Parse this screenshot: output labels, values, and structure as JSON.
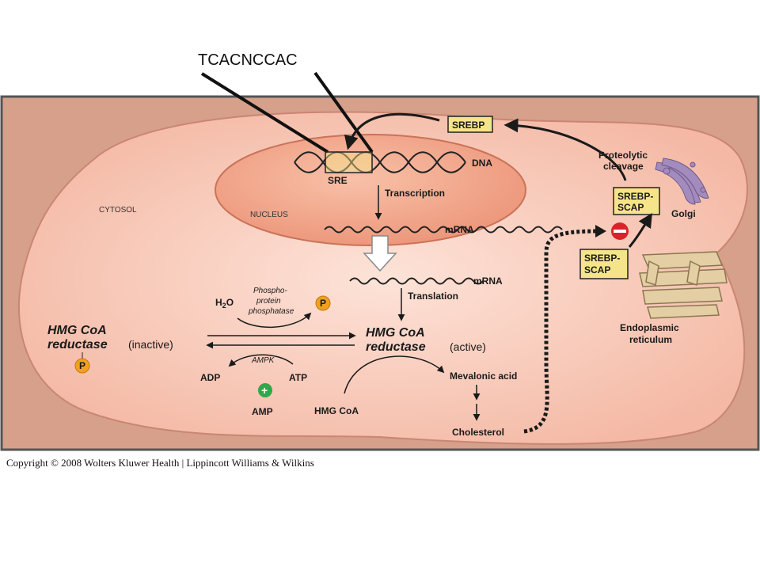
{
  "sequence_label": "TCACNCCAC",
  "compartments": {
    "cytosol": "CYTOSOL",
    "nucleus": "NUCLEUS"
  },
  "nucleus": {
    "dna": "DNA",
    "sre": "SRE",
    "transcription": "Transcription",
    "mrna": "mRNA"
  },
  "cytoplasm": {
    "mrna": "mRNA",
    "translation": "Translation"
  },
  "srebp": {
    "srebp": "SREBP",
    "proteolytic_line1": "Proteolytic",
    "proteolytic_line2": "cleavage",
    "golgi_complex_line1": "SREBP-",
    "golgi_complex_line2": "SCAP",
    "golgi": "Golgi",
    "er_complex_line1": "SREBP-",
    "er_complex_line2": "SCAP",
    "er_line1": "Endoplasmic",
    "er_line2": "reticulum"
  },
  "enzyme": {
    "inactive_name_line1": "HMG CoA",
    "inactive_name_line2": "reductase",
    "inactive_state": "(inactive)",
    "active_name_line1": "HMG CoA",
    "active_name_line2": "reductase",
    "active_state": "(active)"
  },
  "phosphorylation": {
    "water": "H",
    "water_sub": "2",
    "water_end": "O",
    "phosphatase_line1": "Phospho-",
    "phosphatase_line2": "protein",
    "phosphatase_line3": "phosphatase",
    "ampk": "AMPK",
    "adp": "ADP",
    "atp": "ATP",
    "amp": "AMP",
    "phosphate": "P",
    "plus": "+",
    "minus": "−"
  },
  "pathway": {
    "hmg_coa": "HMG CoA",
    "mevalonic": "Mevalonic acid",
    "cholesterol": "Cholesterol"
  },
  "copyright": "Copyright © 2008 Wolters Kluwer Health | Lippincott Williams & Wilkins",
  "colors": {
    "frame": "#d9a38f",
    "cell": "#f7c8b8",
    "nucleus": "#f0a388",
    "box_fill": "#f6e48a",
    "phosphate": "#f2a020",
    "amp_plus": "#2fa84a",
    "inhibit": "#d8232a"
  }
}
